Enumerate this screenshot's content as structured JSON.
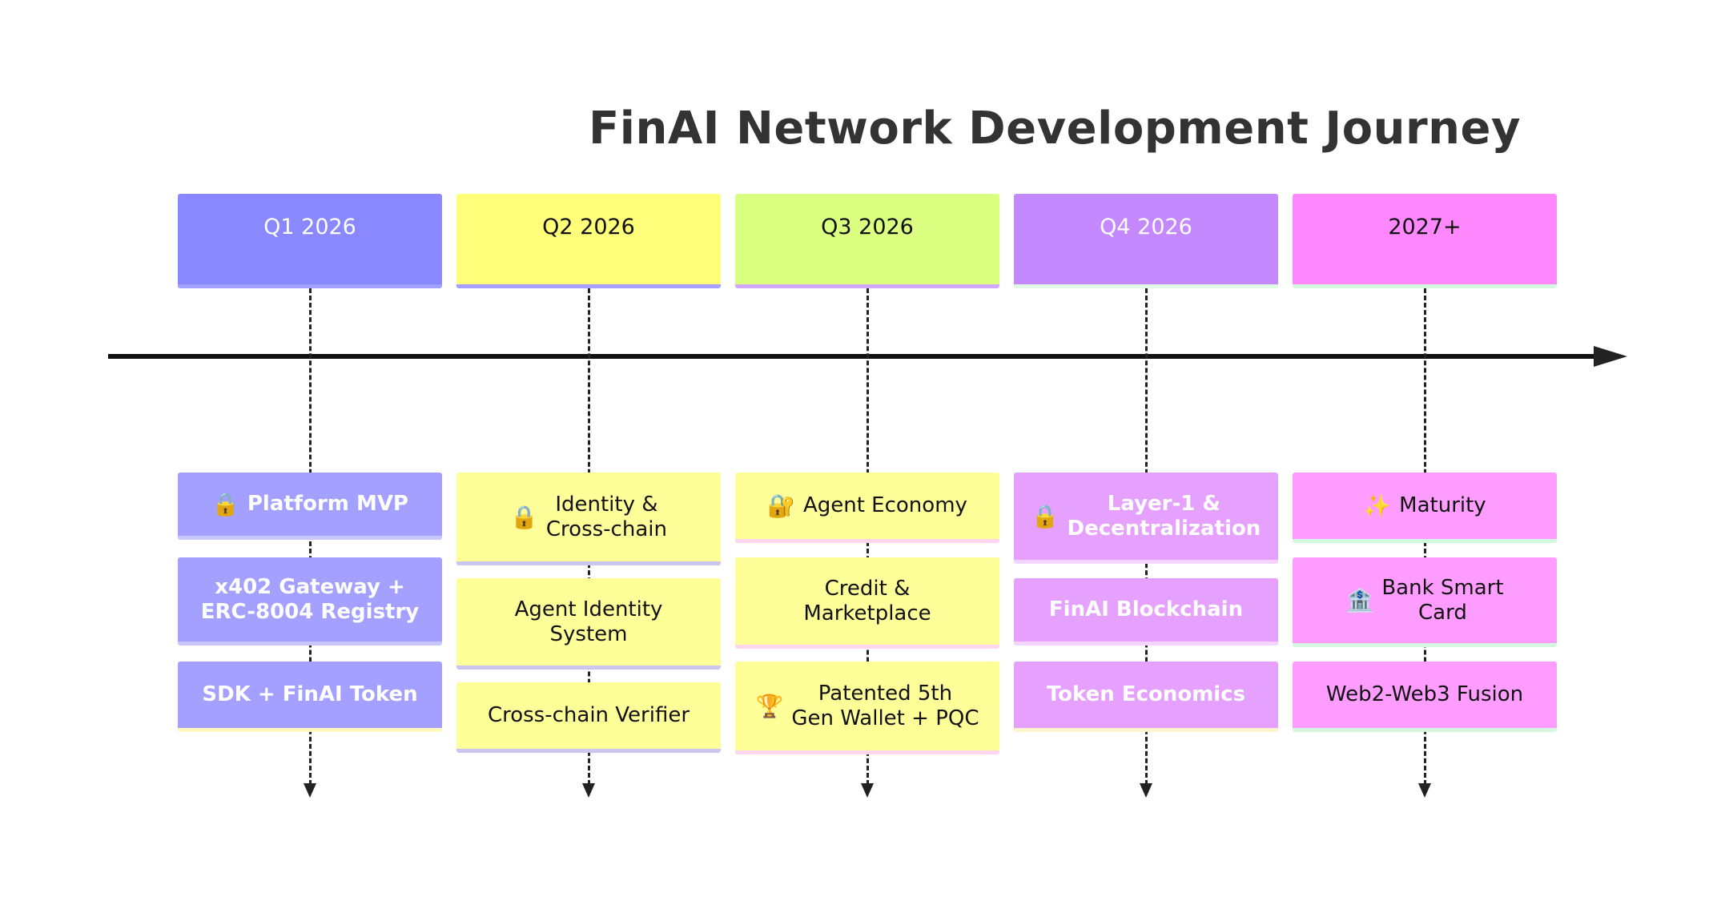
{
  "title": "FinAI Network Development Journey",
  "periods": [
    {
      "label": "Q1 2026",
      "bg": "#8a88ff",
      "fg": "#ffffff",
      "accent": "#a3a0ff",
      "events": [
        {
          "text": "Platform MVP",
          "icon": "lock-icon",
          "glyph": "🔒",
          "bg": "#a3a0ff",
          "fg": "#ffffff",
          "accent": "#c8c6ff"
        },
        {
          "text": "x402 Gateway +\nERC-8004 Registry",
          "bg": "#a3a0ff",
          "fg": "#ffffff",
          "accent": "#c8c6ff"
        },
        {
          "text": "SDK + FinAI Token",
          "bg": "#a3a0ff",
          "fg": "#ffffff",
          "accent": "#fff9c0"
        }
      ]
    },
    {
      "label": "Q2 2026",
      "bg": "#ffff7a",
      "fg": "#111111",
      "accent": "#a3a0ff",
      "events": [
        {
          "text": "Identity &\nCross-chain",
          "icon": "lock-icon",
          "glyph": "🔒",
          "bg": "#ffff99",
          "fg": "#111111",
          "accent": "#c9c6f0"
        },
        {
          "text": "Agent Identity\nSystem",
          "bg": "#ffff99",
          "fg": "#111111",
          "accent": "#c9c6f0"
        },
        {
          "text": "Cross-chain Verifier",
          "bg": "#ffff99",
          "fg": "#111111",
          "accent": "#c9c6f0"
        }
      ]
    },
    {
      "label": "Q3 2026",
      "bg": "#dbff80",
      "fg": "#111111",
      "accent": "#d3a8ff",
      "events": [
        {
          "text": "Agent Economy",
          "icon": "lock-key-icon",
          "glyph": "🔐",
          "bg": "#ffff99",
          "fg": "#111111",
          "accent": "#ffd6f0"
        },
        {
          "text": "Credit &\nMarketplace",
          "bg": "#ffff99",
          "fg": "#111111",
          "accent": "#ffd6f0"
        },
        {
          "text": "Patented 5th\nGen Wallet + PQC",
          "icon": "trophy-icon",
          "glyph": "🏆",
          "bg": "#ffff99",
          "fg": "#111111",
          "accent": "#ffd6f0"
        }
      ]
    },
    {
      "label": "Q4 2026",
      "bg": "#c488ff",
      "fg": "#ffffff",
      "accent": "#dff7e3",
      "events": [
        {
          "text": "Layer-1 &\nDecentralization",
          "icon": "lock-icon",
          "glyph": "🔒",
          "bg": "#e6a1ff",
          "fg": "#ffffff",
          "accent": "#f3d3ff"
        },
        {
          "text": "FinAI Blockchain",
          "bg": "#e6a1ff",
          "fg": "#ffffff",
          "accent": "#f3d3ff"
        },
        {
          "text": "Token Economics",
          "bg": "#e6a1ff",
          "fg": "#ffffff",
          "accent": "#fff6cc"
        }
      ]
    },
    {
      "label": "2027+",
      "bg": "#ff88ff",
      "fg": "#111111",
      "accent": "#d4f7e0",
      "events": [
        {
          "text": "Maturity",
          "icon": "sparkles-icon",
          "glyph": "✨",
          "bg": "#ff9cff",
          "fg": "#111111",
          "accent": "#d4f7e0"
        },
        {
          "text": "Bank Smart\nCard",
          "icon": "bank-icon",
          "glyph": "🏦",
          "bg": "#ff9cff",
          "fg": "#111111",
          "accent": "#d4f7e0"
        },
        {
          "text": "Web2-Web3 Fusion",
          "bg": "#ff9cff",
          "fg": "#111111",
          "accent": "#d4f7e0"
        }
      ]
    }
  ]
}
